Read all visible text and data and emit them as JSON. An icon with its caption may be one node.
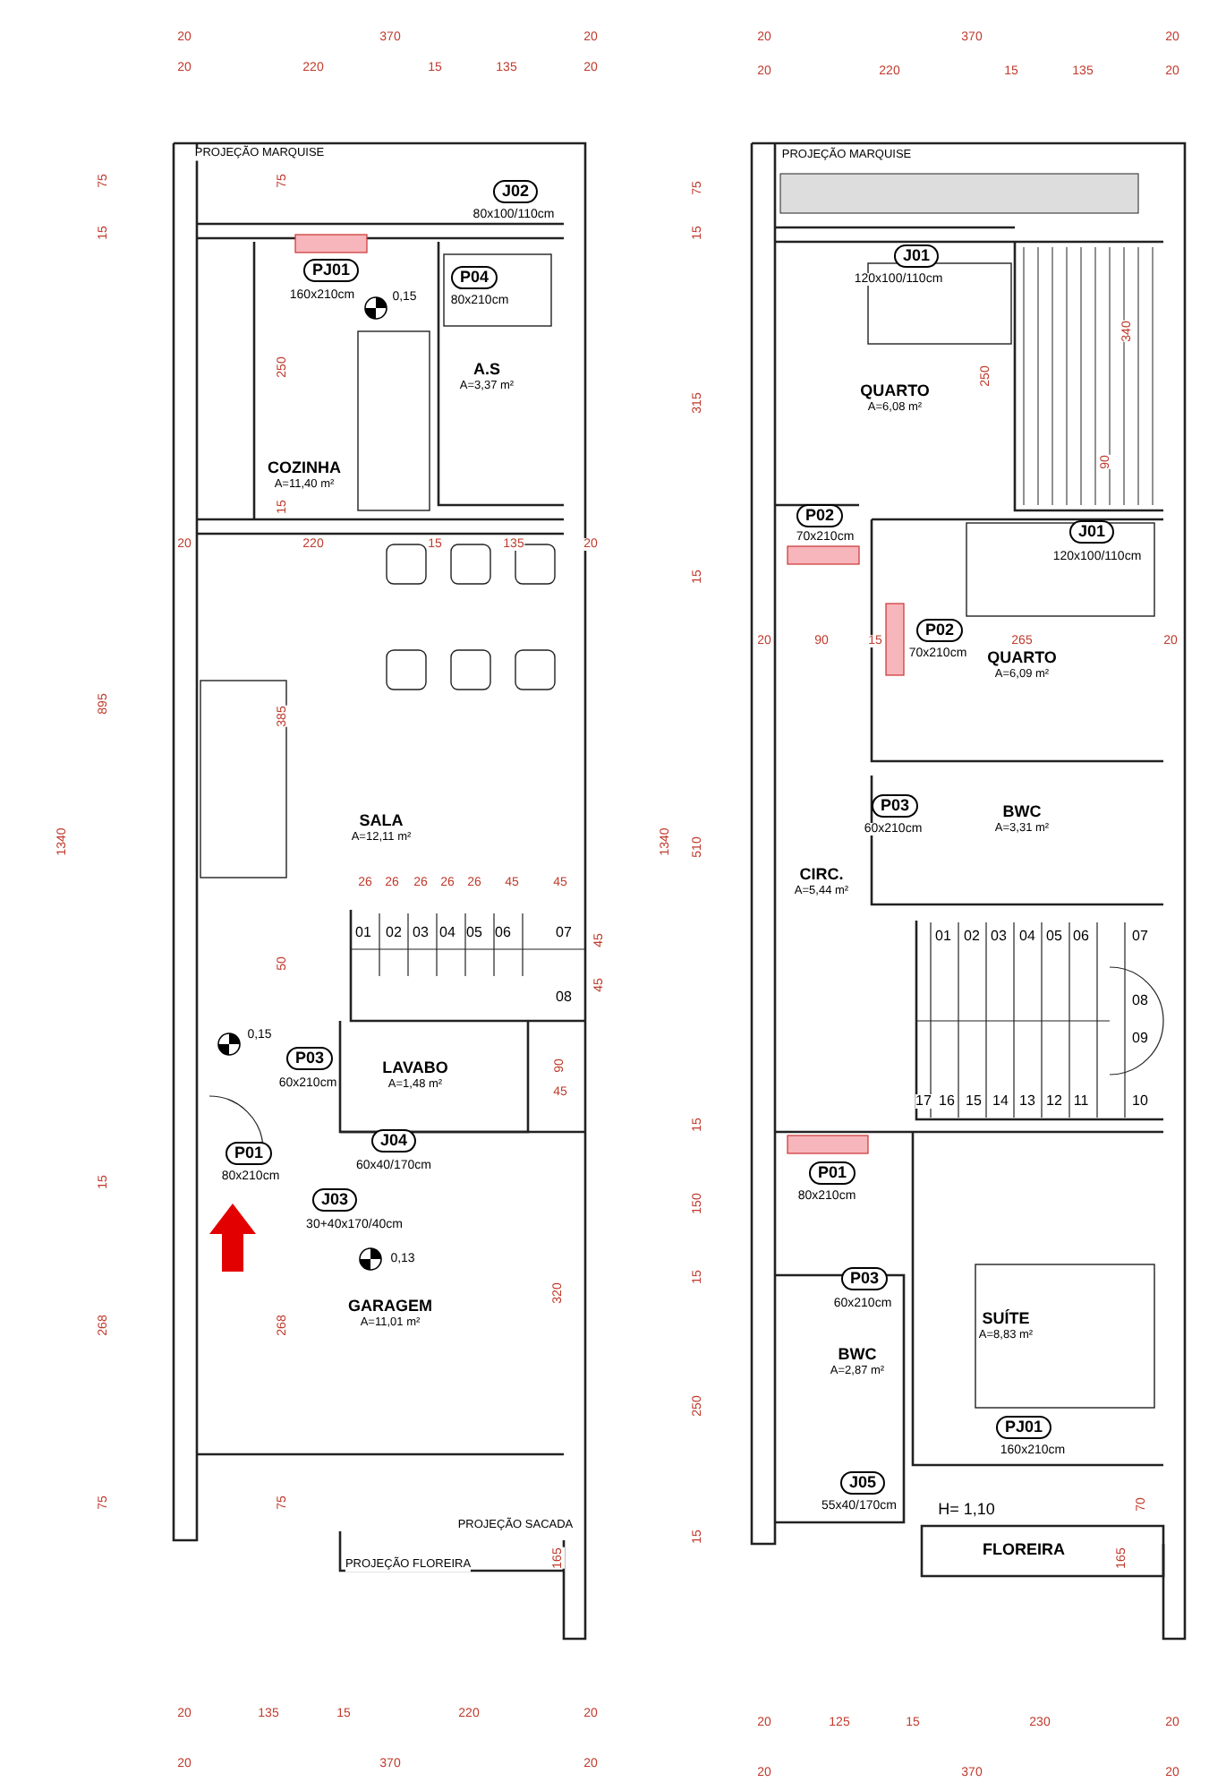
{
  "diagram": {
    "nodes": [
      {
        "text": [
          "COZINHA",
          "A=11,40 m²"
        ]
      },
      {
        "text": [
          "A.S",
          "A=3,37 m²"
        ]
      },
      {
        "text": [
          "SALA",
          "A=12,11 m²"
        ]
      },
      {
        "text": [
          "LAVABO",
          "A=1,48 m²"
        ]
      },
      {
        "text": [
          "GARAGEM",
          "A=11,01 m²"
        ]
      },
      {
        "text": [
          "QUARTO",
          "A=6,08 m²"
        ]
      },
      {
        "text": [
          "QUARTO",
          "A=6,09 m²"
        ]
      },
      {
        "text": [
          "BWC",
          "A=3,31 m²"
        ]
      },
      {
        "text": [
          "CIRC.",
          "A=5,44 m²"
        ]
      },
      {
        "text": [
          "SUÍTE",
          "A=8,83 m²"
        ]
      },
      {
        "text": [
          "BWC",
          "A=2,87 m²"
        ]
      },
      {
        "text": [
          "FLOREIRA"
        ]
      }
    ],
    "edges": [],
    "labels": [
      "20",
      "370",
      "20",
      "20",
      "220",
      "15",
      "135",
      "20",
      "PROJEÇÃO MARQUISE",
      "75",
      "75",
      "J02",
      "80x100/110cm",
      "15",
      "PJ01",
      "P04",
      "160x210cm",
      "0,15",
      "80x210cm",
      "250",
      "15",
      "20",
      "220",
      "15",
      "135",
      "20",
      "895",
      "385",
      "1340",
      "26",
      "26",
      "26",
      "26",
      "26",
      "45",
      "45",
      "01",
      "02",
      "03",
      "04",
      "05",
      "06",
      "07",
      "45",
      "08",
      "45",
      "50",
      "0,15",
      "P03",
      "90",
      "60x210cm",
      "45",
      "J04",
      "P01",
      "60x40/170cm",
      "80x210cm",
      "15",
      "J03",
      "30+40x170/40cm",
      "0,13",
      "320",
      "268",
      "268",
      "75",
      "75",
      "PROJEÇÃO SACADA",
      "165",
      "PROJEÇÃO FLOREIRA",
      "20",
      "135",
      "15",
      "220",
      "20",
      "20",
      "370",
      "20",
      "20",
      "370",
      "20",
      "20",
      "220",
      "15",
      "135",
      "20",
      "PROJEÇÃO MARQUISE",
      "75",
      "15",
      "J01",
      "120x100/110cm",
      "340",
      "250",
      "315",
      "90",
      "P02",
      "70x210cm",
      "J01",
      "120x100/110cm",
      "15",
      "P02",
      "20",
      "90",
      "15",
      "265",
      "20",
      "70x210cm",
      "P03",
      "60x210cm",
      "1340",
      "510",
      "01",
      "02",
      "03",
      "04",
      "05",
      "06",
      "07",
      "08",
      "09",
      "17",
      "16",
      "15",
      "14",
      "13",
      "12",
      "11",
      "10",
      "15",
      "P01",
      "80x210cm",
      "150",
      "15",
      "P03",
      "60x210cm",
      "250",
      "PJ01",
      "160x210cm",
      "J05",
      "55x40/170cm",
      "H= 1,10",
      "70",
      "15",
      "165",
      "20",
      "125",
      "15",
      "230",
      "20",
      "20",
      "370",
      "20"
    ]
  }
}
